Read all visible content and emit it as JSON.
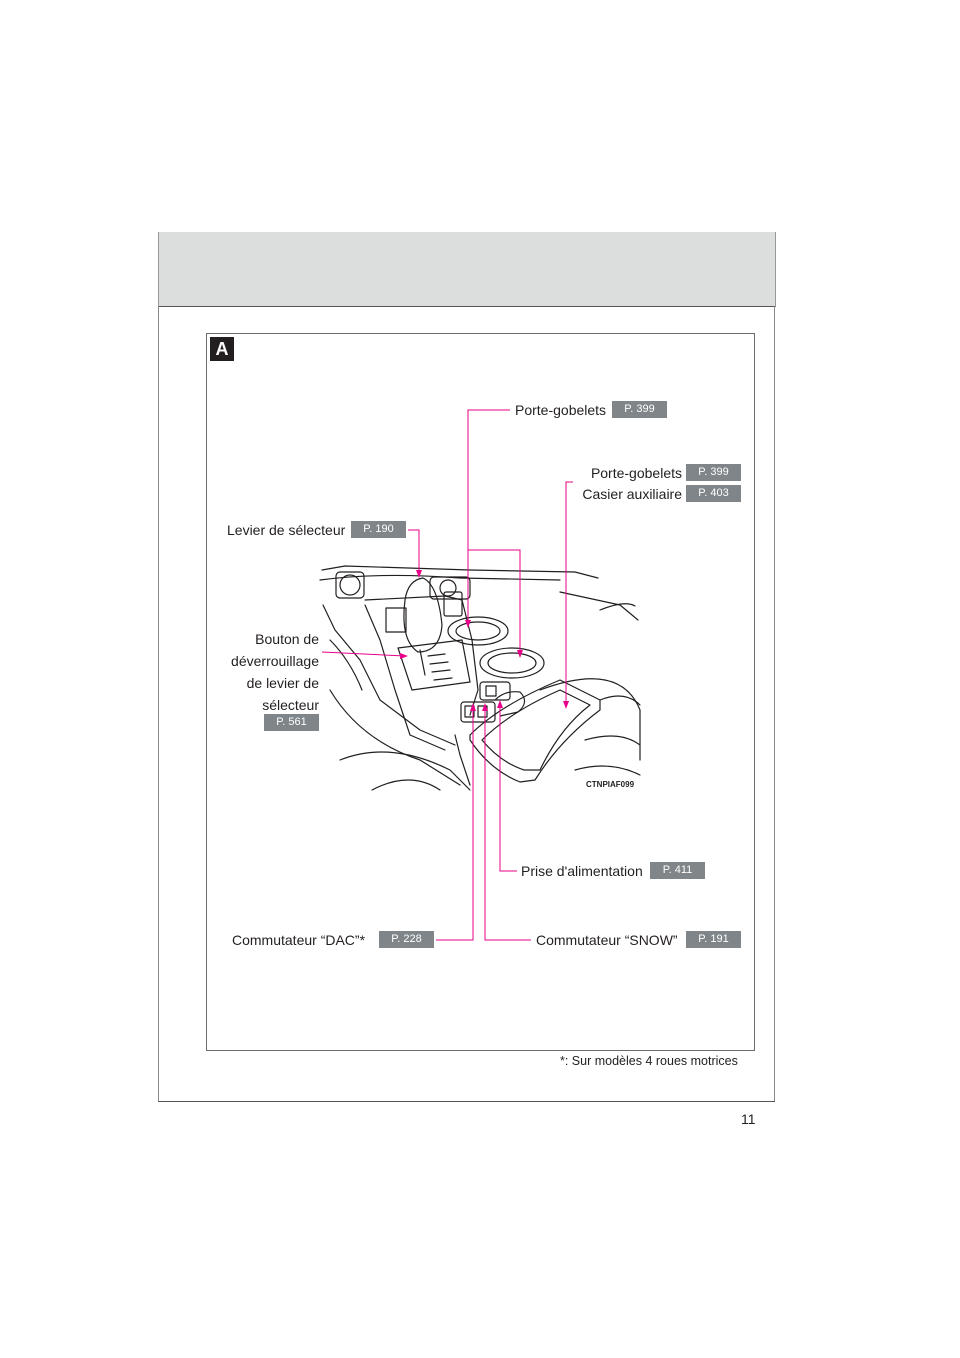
{
  "page": {
    "number": "11",
    "section_tab": "A"
  },
  "callouts": {
    "cupholders_top": {
      "label": "Porte-gobelets",
      "page": "P. 399"
    },
    "cupholders_aux": {
      "label1": "Porte-gobelets",
      "page1": "P. 399",
      "label2": "Casier auxiliaire",
      "page2": "P. 403"
    },
    "shift_lever": {
      "label": "Levier de sélecteur",
      "page": "P. 190"
    },
    "shift_lock": {
      "line1": "Bouton de",
      "line2": "déverrouillage",
      "line3": "de levier de",
      "line4": "sélecteur",
      "page": "P. 561"
    },
    "power_outlet": {
      "label": "Prise d'alimentation",
      "page": "P. 411"
    },
    "dac_switch": {
      "label": "Commutateur “DAC”*",
      "page": "P. 228"
    },
    "snow_switch": {
      "label": "Commutateur “SNOW”",
      "page": "P. 191"
    }
  },
  "figure": {
    "code": "CTNPIAF099"
  },
  "footnote": "*: Sur modèles 4 roues motrices",
  "colors": {
    "callout_line": "#e8008a",
    "page_pill": "#7f8589",
    "header_band": "#dcdddd"
  }
}
